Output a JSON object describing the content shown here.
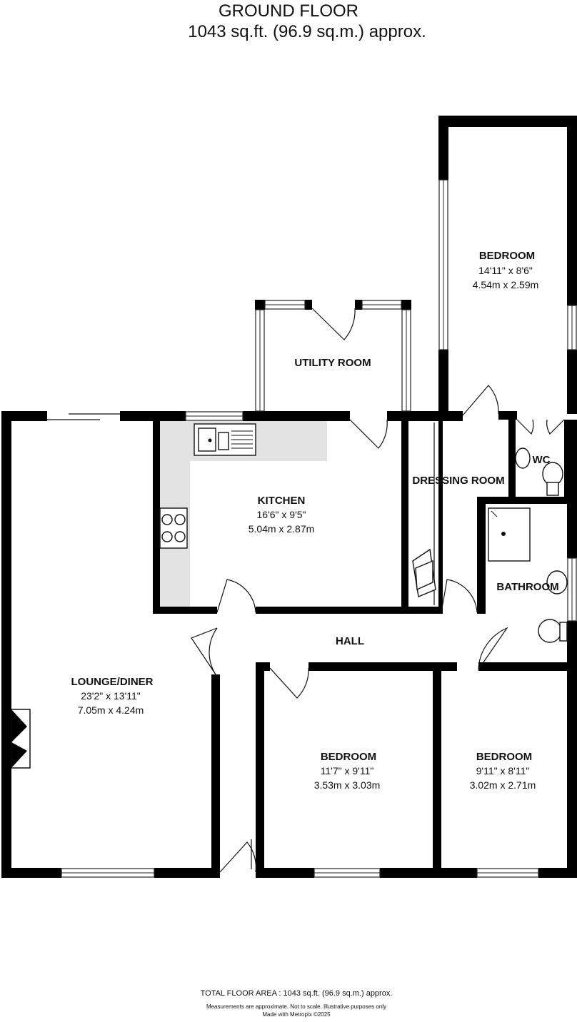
{
  "header": {
    "title": "GROUND FLOOR",
    "area": "1043 sq.ft. (96.9 sq.m.) approx."
  },
  "rooms": {
    "bedroom_top": {
      "name": "BEDROOM",
      "imperial": "14'11\" x 8'6\"",
      "metric": "4.54m  x 2.59m"
    },
    "utility": {
      "name": "UTILITY ROOM"
    },
    "kitchen": {
      "name": "KITCHEN",
      "imperial": "16'6\" x 9'5\"",
      "metric": "5.04m  x 2.87m"
    },
    "dressing": {
      "name": "DRESSING ROOM"
    },
    "wc": {
      "name": "WC"
    },
    "bathroom": {
      "name": "BATHROOM"
    },
    "hall": {
      "name": "HALL"
    },
    "lounge": {
      "name": "LOUNGE/DINER",
      "imperial": "23'2\" x 13'11\"",
      "metric": "7.05m  x 4.24m"
    },
    "bedroom_mid": {
      "name": "BEDROOM",
      "imperial": "11'7\" x 9'11\"",
      "metric": "3.53m  x 3.03m"
    },
    "bedroom_right": {
      "name": "BEDROOM",
      "imperial": "9'11\" x 8'11\"",
      "metric": "3.02m  x 2.71m"
    }
  },
  "footer": {
    "total": "TOTAL FLOOR AREA : 1043 sq.ft. (96.9 sq.m.) approx.",
    "disclaimer": "Measurements are approximate.  Not to scale.  Illustrative purposes only",
    "credit": "Made with Metropix ©2025"
  },
  "colors": {
    "wall": "#000000",
    "worktop": "#e3e3e3",
    "background": "#ffffff"
  }
}
